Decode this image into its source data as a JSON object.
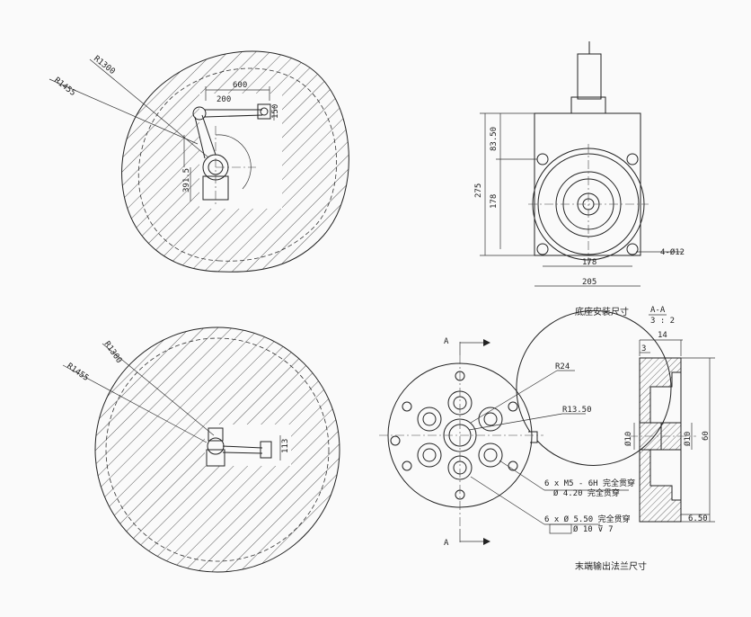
{
  "top_plan": {
    "r_outer": "R1455",
    "r_inner": "R1300",
    "dim_600": "600",
    "dim_200": "200",
    "dim_150": "150",
    "dim_391": "391.5"
  },
  "bottom_plan": {
    "r_outer": "R1455",
    "r_inner": "R1300",
    "dim_113": "113"
  },
  "base_view": {
    "dim_275": "275",
    "dim_178v": "178",
    "dim_8350": "83.50",
    "dim_178h": "178",
    "dim_205": "205",
    "holes": "4-Ø12",
    "caption": "底座安装尺寸"
  },
  "section_label": {
    "top": "A-A",
    "bottom": "3 : 2"
  },
  "flange_front": {
    "r24": "R24",
    "r1350": "R13.50",
    "note1": "6 x  M5 - 6H 完全贯穿",
    "note2": "Ø 4.20 完全贯穿",
    "note3": "6 x  Ø 5.50 完全贯穿",
    "note4": "Ø 10 ⊽ 7",
    "mark": "A"
  },
  "flange_section": {
    "dim_14": "14",
    "dim_3": "3",
    "dim_d10a": "Ø10",
    "dim_d10b": "Ø10",
    "dim_60": "60",
    "dim_650": "6.50"
  },
  "flange_caption": "末端输出法兰尺寸"
}
